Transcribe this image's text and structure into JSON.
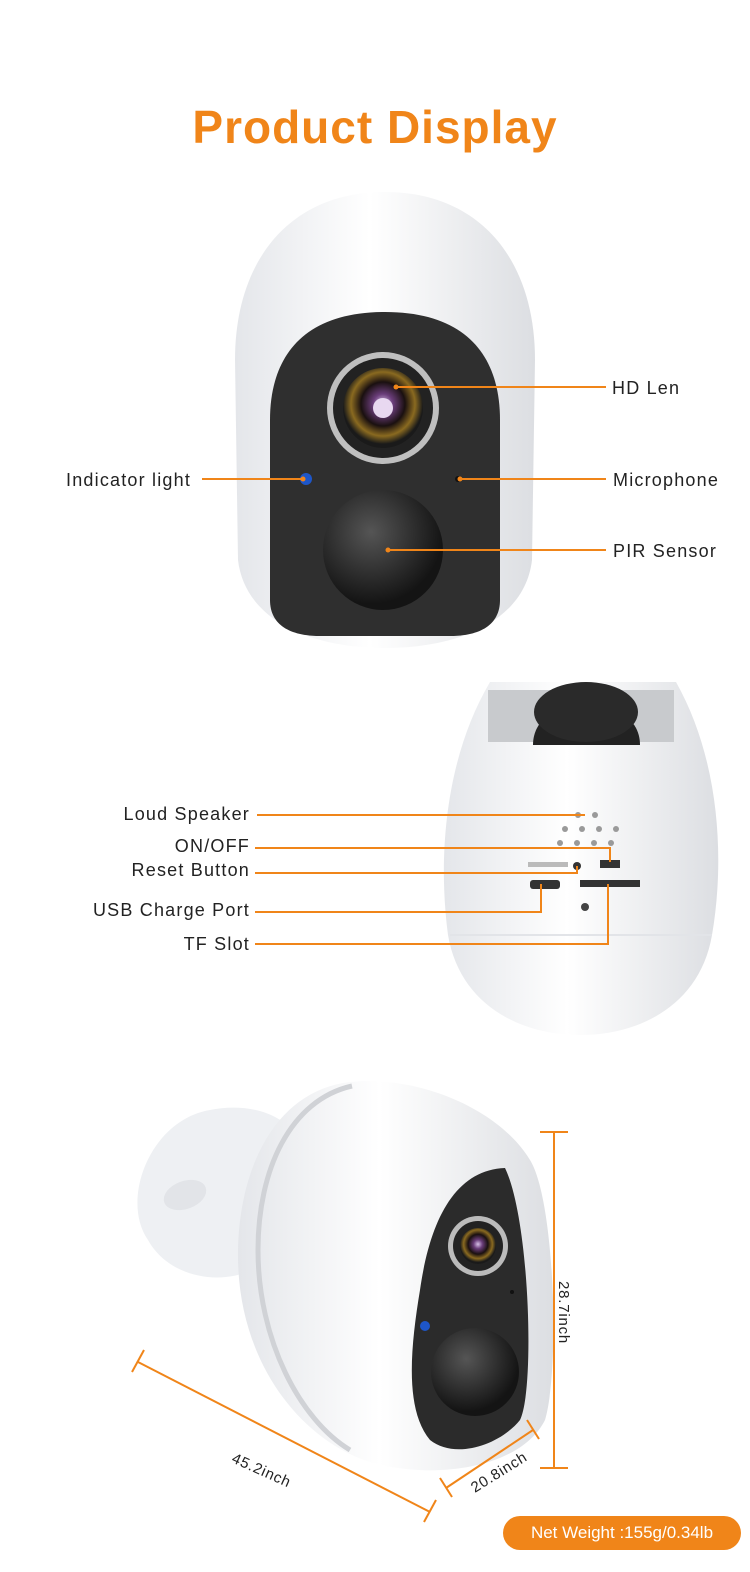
{
  "title": "Product Display",
  "front_labels": {
    "hd_len": "HD Len",
    "indicator": "Indicator light",
    "microphone": "Microphone",
    "pir": "PIR Sensor"
  },
  "back_labels": {
    "speaker": "Loud Speaker",
    "onoff": "ON/OFF",
    "reset": "Reset Button",
    "usb": "USB Charge Port",
    "tf": "TF Slot"
  },
  "dimensions": {
    "height": "28.7inch",
    "width": "45.2inch",
    "depth": "20.8inch"
  },
  "weight": "Net Weight :155g/0.34lb",
  "colors": {
    "accent": "#f08519",
    "body": "#f2f3f5",
    "face": "#2f2f2f"
  }
}
